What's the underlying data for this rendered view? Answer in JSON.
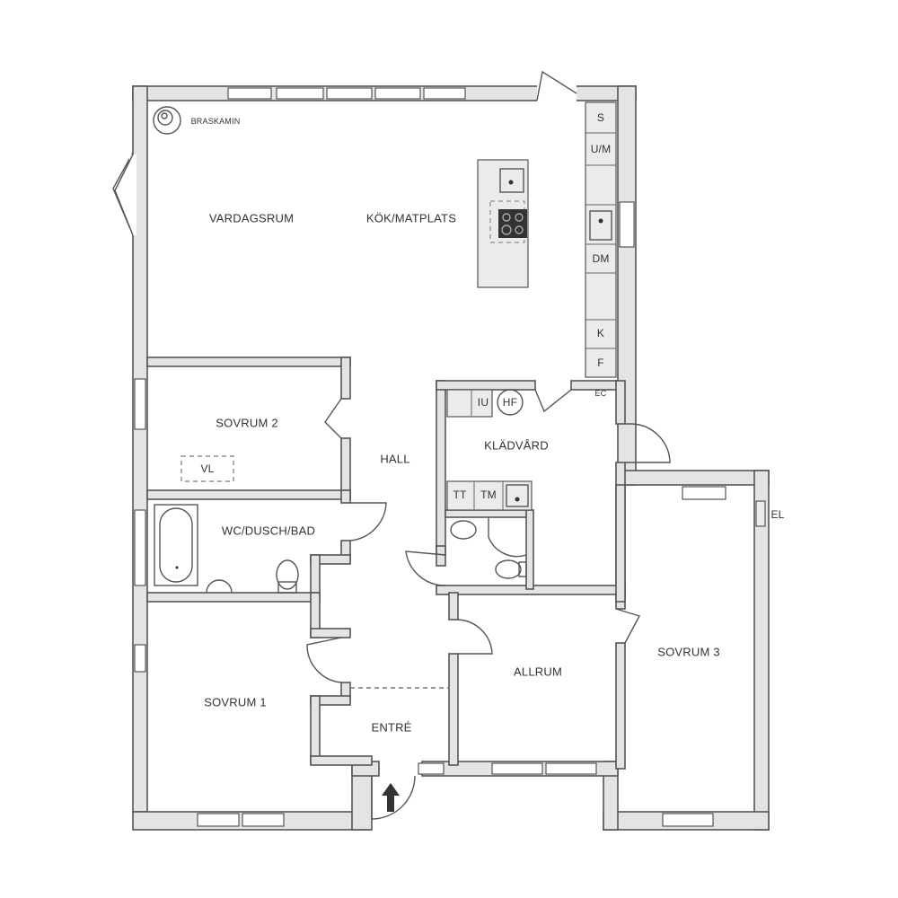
{
  "floorplan": {
    "rooms": {
      "vardagsrum": "VARDAGSRUM",
      "kok": "KÖK/MATPLATS",
      "sovrum2": "SOVRUM 2",
      "hall": "HALL",
      "kladvard": "KLÄDVÅRD",
      "wc": "WC/DUSCH/BAD",
      "sovrum1": "SOVRUM 1",
      "entre": "ENTRÉ",
      "allrum": "ALLRUM",
      "sovrum3": "SOVRUM 3"
    },
    "fixtures": {
      "braskamin": "BRASKAMIN",
      "s": "S",
      "um": "U/M",
      "dm": "DM",
      "k": "K",
      "f": "F",
      "ec": "EC",
      "iu": "IU",
      "hf": "HF",
      "tt": "TT",
      "tm": "TM",
      "vl": "VL",
      "el": "EL"
    }
  }
}
